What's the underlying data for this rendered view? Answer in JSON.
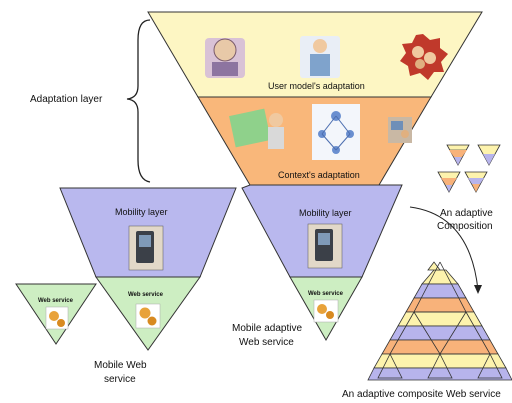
{
  "labels": {
    "adaptation_layer": "Adaptation layer",
    "user_model": "User model's adaptation",
    "context": "Context's adaptation",
    "mobility_left": "Mobility layer",
    "mobility_right": "Mobility layer",
    "ws_small": "Web service",
    "ws_left": "Web service",
    "ws_right": "Web service",
    "mobile_ws_line1": "Mobile Web",
    "mobile_ws_line2": "service",
    "mobile_adaptive_line1": "Mobile adaptive",
    "mobile_adaptive_line2": "Web service",
    "adaptive_comp_line1": "An adaptive",
    "adaptive_comp_line2": "Composition",
    "adaptive_composite": "An adaptive composite Web service"
  },
  "colors": {
    "user_model_band": "#fdf6c3",
    "context_band": "#f9b77a",
    "mobility_band": "#b9b8ee",
    "webservice_band": "#cdeec2",
    "pyramid_yellow": "#fdf3ad",
    "pyramid_purple": "#b7b4ec",
    "pyramid_orange": "#f8b27a"
  }
}
